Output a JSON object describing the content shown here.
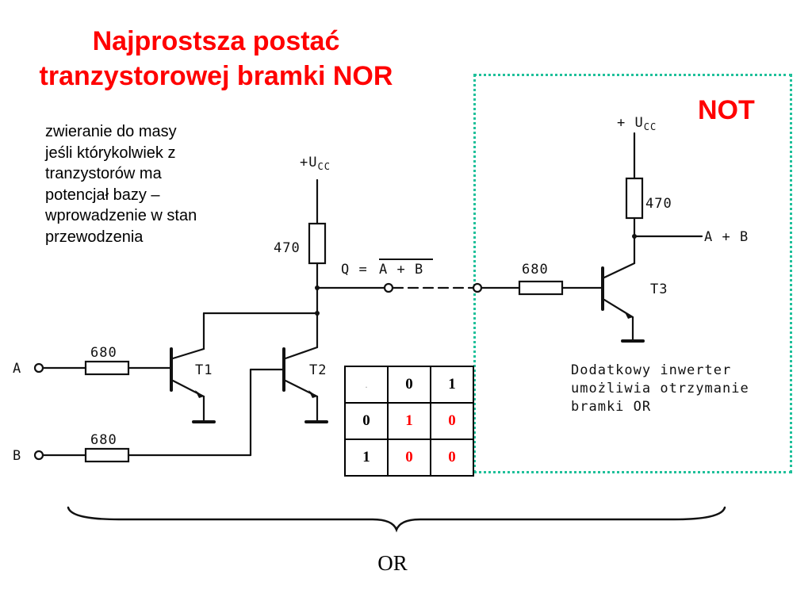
{
  "title": {
    "line1": "Najprostsza postać",
    "line2": "tranzystorowej bramki NOR"
  },
  "note": {
    "lines": [
      "zwieranie do masy",
      "jeśli którykolwiek z",
      "tranzystorów ma",
      "potencjał bazy –",
      "wprowadzenie w stan",
      "przewodzenia"
    ]
  },
  "not_label": "NOT",
  "or_label": "OR",
  "circuit": {
    "vcc_left": "+U",
    "vcc_left_sub": "CC",
    "vcc_right": "+ U",
    "vcc_right_sub": "CC",
    "r_left": "470",
    "r_right": "470",
    "r_a": "680",
    "r_b": "680",
    "r_t3": "680",
    "input_a": "A",
    "input_b": "B",
    "t1": "T1",
    "t2": "T2",
    "t3": "T3",
    "q_prefix": "Q = ",
    "q_expr": "A + B",
    "out_label": "A + B",
    "inverter_note": [
      "Dodatkowy inwerter",
      "umożliwia otrzymanie",
      "bramki OR"
    ]
  },
  "truth_table": {
    "corner": ".",
    "header": [
      "0",
      "1"
    ],
    "rows": [
      {
        "label": "0",
        "cells": [
          "1",
          "0"
        ]
      },
      {
        "label": "1",
        "cells": [
          "0",
          "0"
        ]
      }
    ]
  },
  "colors": {
    "title": "#ff0000",
    "dotted_box": "#1fc09a",
    "truth_values": "#ff0000"
  }
}
